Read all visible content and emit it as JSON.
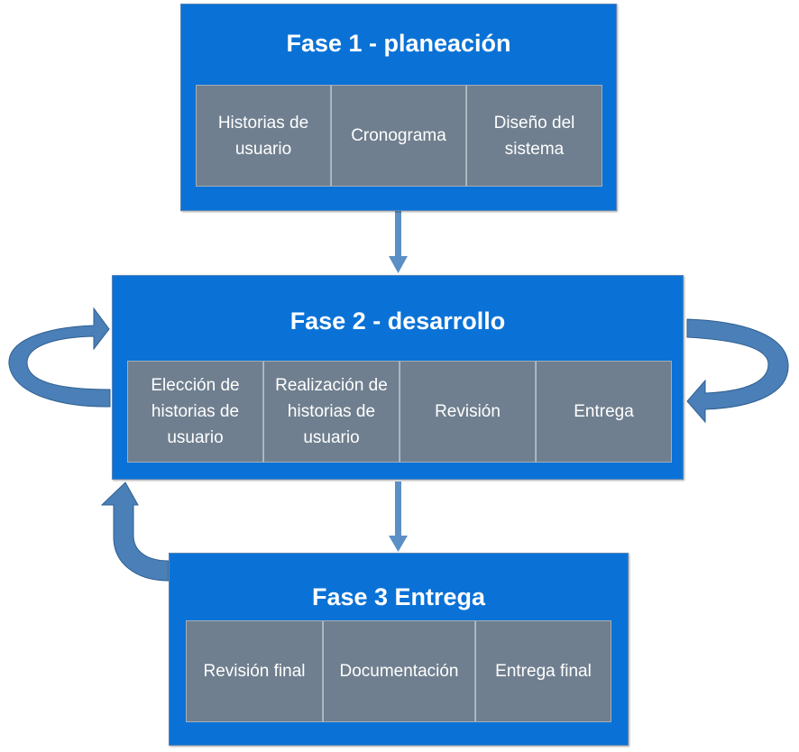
{
  "phases": [
    {
      "title": "Fase 1 - planeación",
      "cells": [
        "Historias de usuario",
        "Cronograma",
        "Diseño del sistema"
      ]
    },
    {
      "title": "Fase 2 - desarrollo",
      "cells": [
        "Elección de historias de usuario",
        "Realización de historias de usuario",
        "Revisión",
        "Entrega"
      ]
    },
    {
      "title": "Fase 3 Entrega",
      "cells": [
        "Revisión final",
        "Documentación",
        "Entrega final"
      ]
    }
  ],
  "colors": {
    "phase_fill": "#0a72d6",
    "cell_fill": "#6f7f8f",
    "arrow_fill": "#5b8fc6",
    "curved_arrow_fill": "#4a7fb7"
  }
}
